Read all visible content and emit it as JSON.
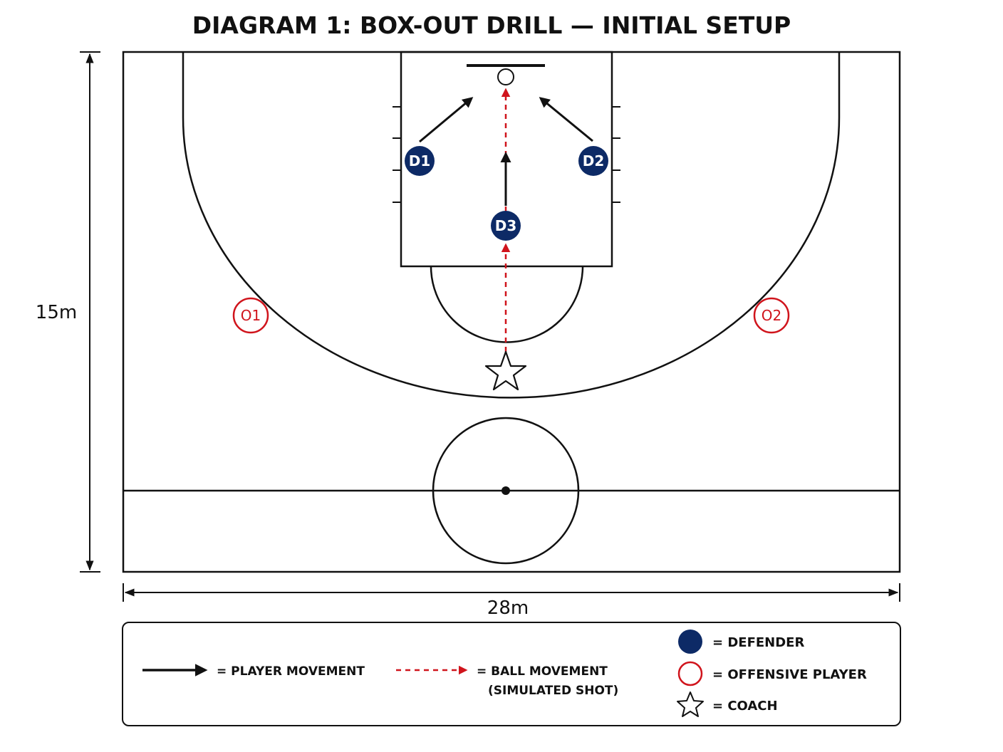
{
  "title": "DIAGRAM 1: BOX-OUT DRILL — INITIAL SETUP",
  "dimensions": {
    "height_label": "15m",
    "width_label": "28m"
  },
  "players": {
    "defenders": [
      {
        "label": "D1"
      },
      {
        "label": "D2"
      },
      {
        "label": "D3"
      }
    ],
    "offense": [
      {
        "label": "O1"
      },
      {
        "label": "O2"
      }
    ],
    "coach": {
      "icon": "star-icon"
    }
  },
  "colors": {
    "defender": "#0d2a66",
    "offense": "#d0141c",
    "ball_movement": "#d0141c",
    "lines": "#111111"
  },
  "legend": {
    "player_movement": "= PLAYER MOVEMENT",
    "ball_movement_line1": "= BALL MOVEMENT",
    "ball_movement_line2": "(SIMULATED SHOT)",
    "defender": "=  DEFENDER",
    "offensive_player": "=  OFFENSIVE PLAYER",
    "coach": "=  COACH"
  }
}
